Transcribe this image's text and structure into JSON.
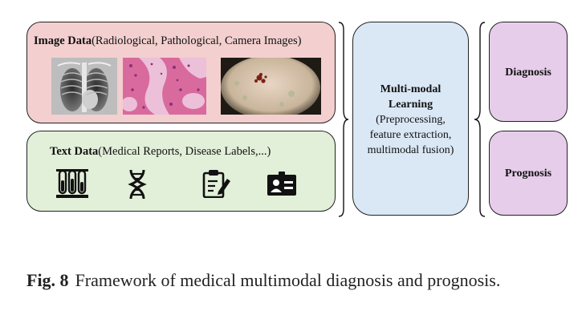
{
  "image_data": {
    "title": "Image Data",
    "subtitle": "(Radiological, Pathological, Camera Images)",
    "images": [
      "chest-xray-image",
      "histopathology-image",
      "skin-lesion-image"
    ]
  },
  "text_data": {
    "title": "Text Data",
    "subtitle": "(Medical Reports, Disease Labels,...)",
    "icons": [
      "test-tubes-icon",
      "dna-icon",
      "clipboard-icon",
      "id-badge-icon"
    ]
  },
  "multimodal": {
    "title_line1": "Multi-modal",
    "title_line2": "Learning",
    "line3": "(Preprocessing,",
    "line4": "feature extraction,",
    "line5": "multimodal fusion)"
  },
  "outputs": {
    "diagnosis": "Diagnosis",
    "prognosis": "Prognosis"
  },
  "caption": {
    "label": "Fig. 8",
    "text": "Framework of medical multimodal diagnosis and prognosis."
  },
  "colors": {
    "image_box": "#f3cfcf",
    "text_box": "#e2efd9",
    "multimodal_box": "#dae7f5",
    "output_box": "#e6cdea"
  }
}
